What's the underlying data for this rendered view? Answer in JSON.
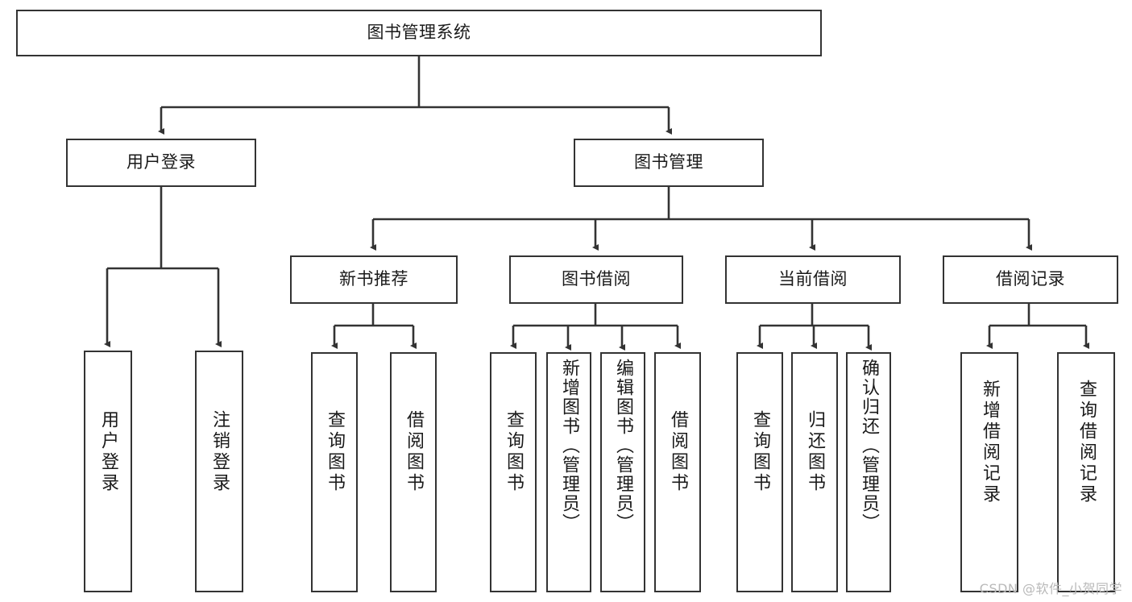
{
  "diagram": {
    "title": "图书管理系统",
    "type": "tree-hierarchy",
    "stroke_color": "#333333",
    "fill_color": "#ffffff",
    "text_color": "#1a1a1a",
    "root": {
      "id": "root",
      "label": "图书管理系统"
    },
    "level2": [
      {
        "id": "user-login",
        "label": "用户登录"
      },
      {
        "id": "book-manage",
        "label": "图书管理"
      }
    ],
    "level3": [
      {
        "id": "new-book-rec",
        "label": "新书推荐",
        "parent": "book-manage"
      },
      {
        "id": "book-borrow",
        "label": "图书借阅",
        "parent": "book-manage"
      },
      {
        "id": "current-borrow",
        "label": "当前借阅",
        "parent": "book-manage"
      },
      {
        "id": "borrow-record",
        "label": "借阅记录",
        "parent": "book-manage"
      }
    ],
    "leaves": [
      {
        "id": "leaf-user-login",
        "label": "用户登录",
        "parent": "user-login"
      },
      {
        "id": "leaf-user-logout",
        "label": "注销登录",
        "parent": "user-login"
      },
      {
        "id": "leaf-query-book-1",
        "label": "查询图书",
        "parent": "new-book-rec"
      },
      {
        "id": "leaf-borrow-book-1",
        "label": "借阅图书",
        "parent": "new-book-rec"
      },
      {
        "id": "leaf-query-book-2",
        "label": "查询图书",
        "parent": "book-borrow"
      },
      {
        "id": "leaf-add-book",
        "label": "新增图书（管理员）",
        "parent": "book-borrow"
      },
      {
        "id": "leaf-edit-book",
        "label": "编辑图书（管理员）",
        "parent": "book-borrow"
      },
      {
        "id": "leaf-borrow-book-2",
        "label": "借阅图书",
        "parent": "book-borrow"
      },
      {
        "id": "leaf-query-book-3",
        "label": "查询图书",
        "parent": "current-borrow"
      },
      {
        "id": "leaf-return-book",
        "label": "归还图书",
        "parent": "current-borrow"
      },
      {
        "id": "leaf-confirm-return",
        "label": "确认归还（管理员）",
        "parent": "current-borrow"
      },
      {
        "id": "leaf-add-record",
        "label": "新增借阅记录",
        "parent": "borrow-record"
      },
      {
        "id": "leaf-query-record",
        "label": "查询借阅记录",
        "parent": "borrow-record"
      }
    ]
  },
  "watermark": {
    "text": "CSDN @软件_小贺同学"
  }
}
